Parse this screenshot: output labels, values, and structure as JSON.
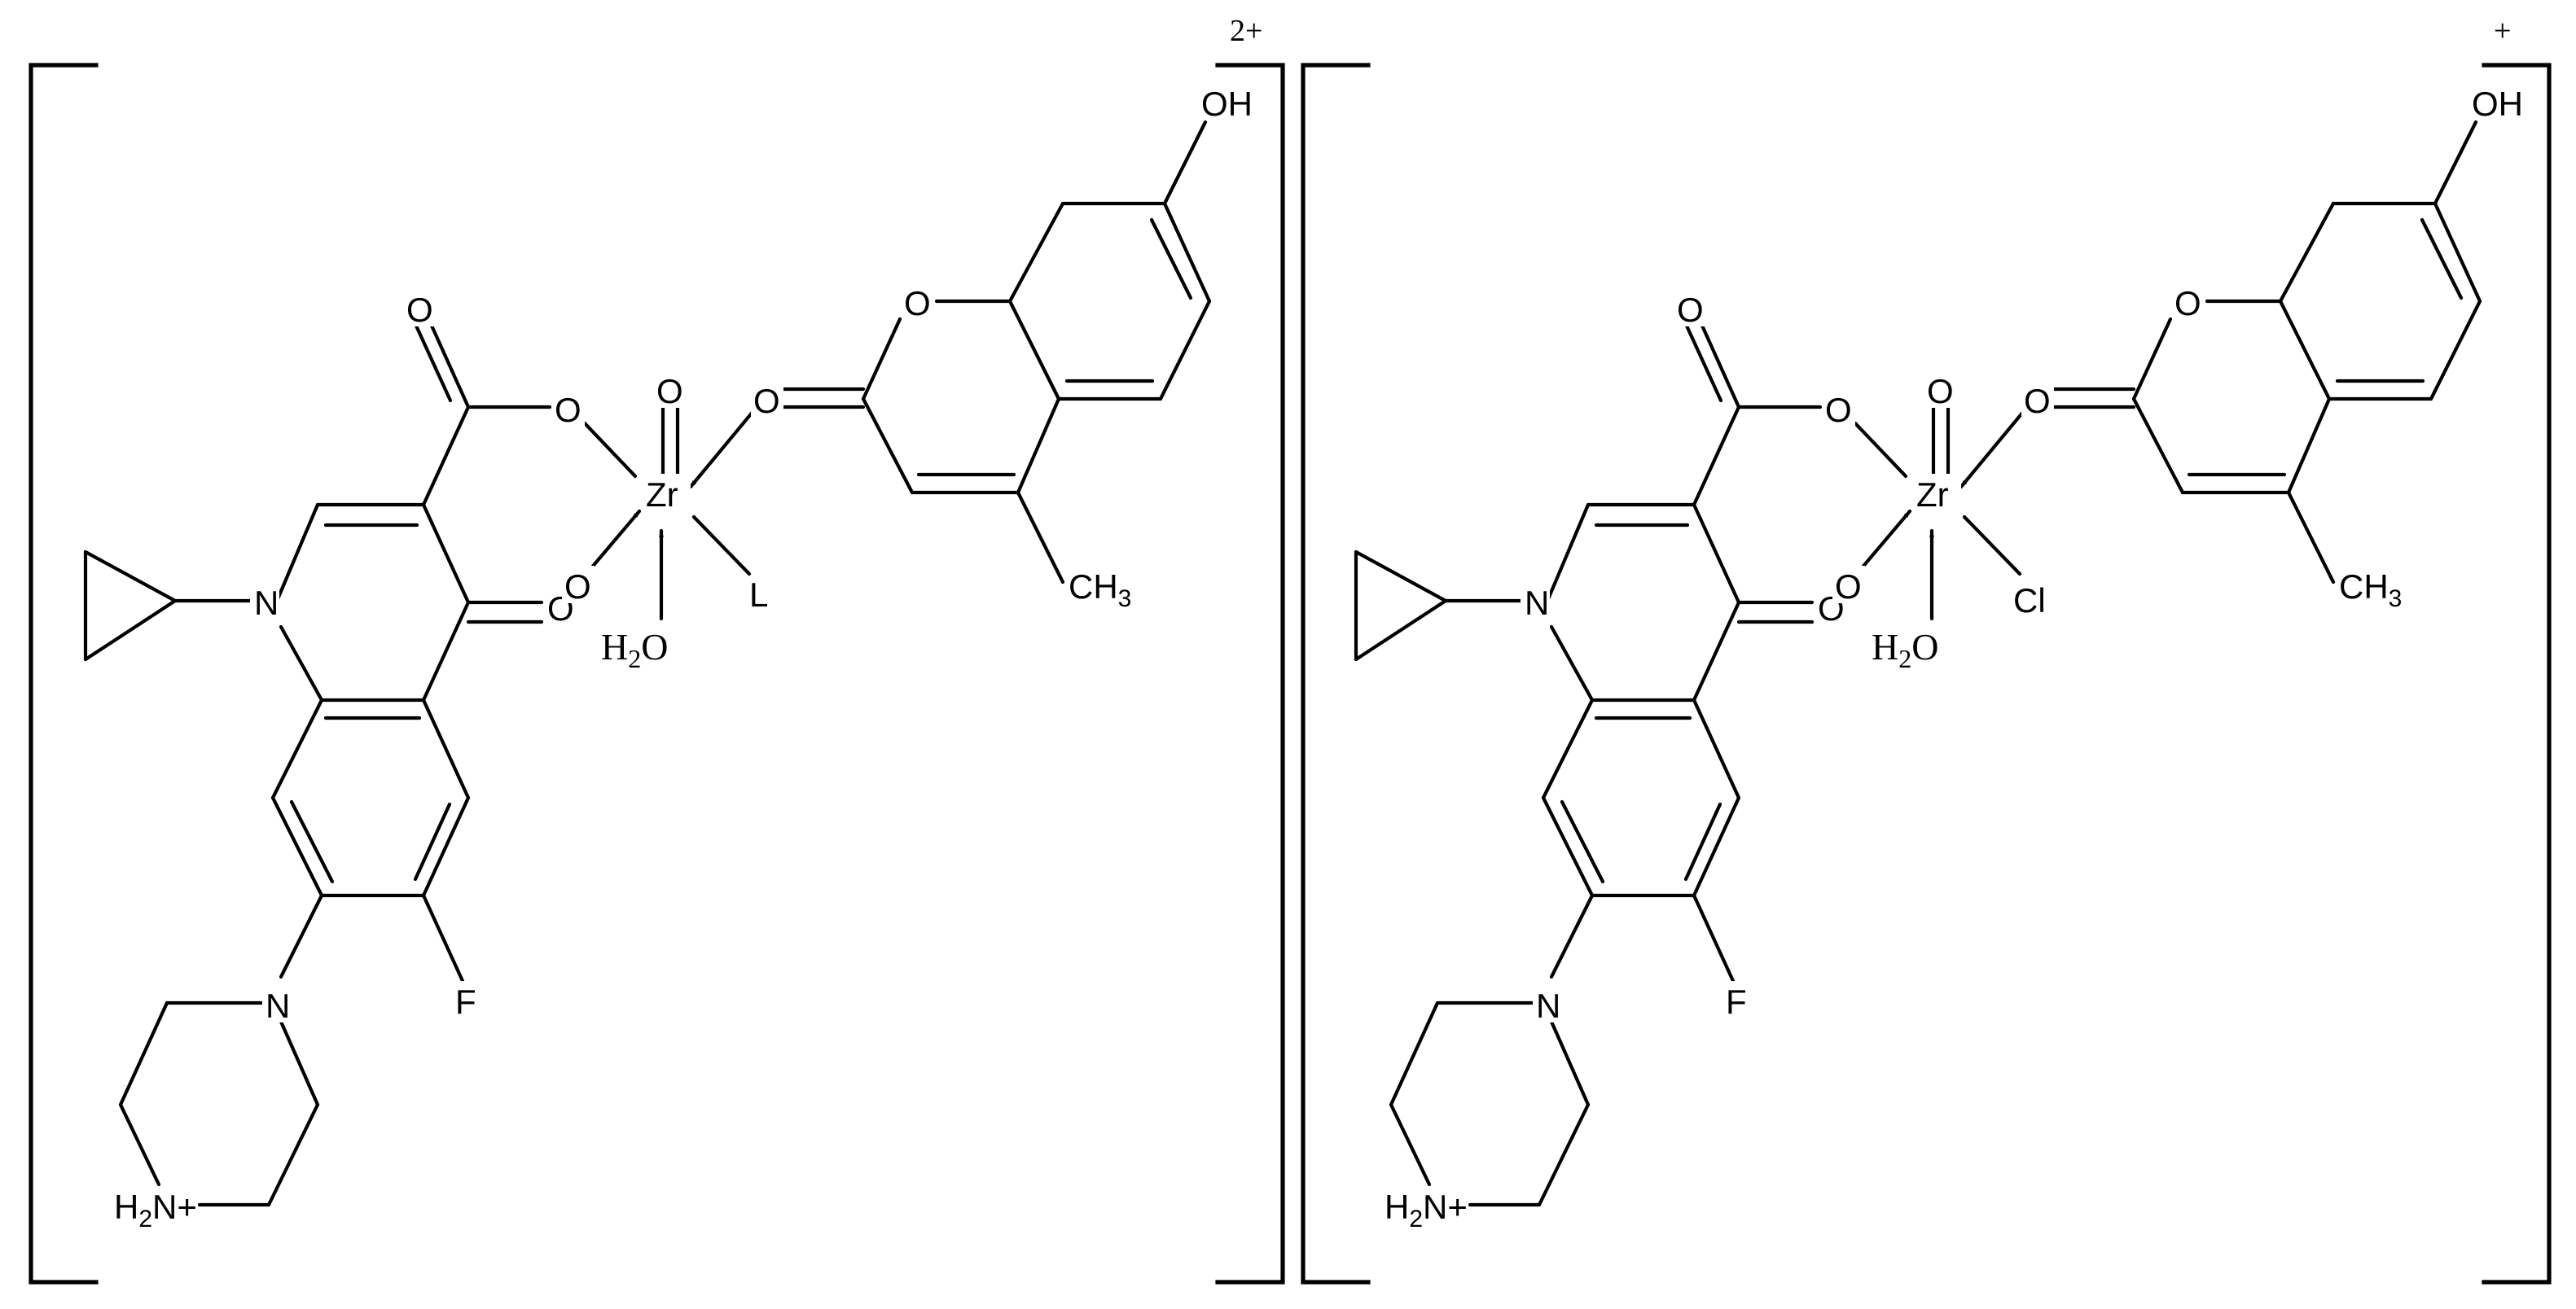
{
  "complexes": [
    {
      "charge": "2+",
      "metal": "Zr",
      "oxo": "O",
      "ligand": "L",
      "water": {
        "main": "H",
        "sub": "2",
        "tail": "O"
      },
      "quinolone": {
        "carbonyl_o": "O",
        "carboxyl_o_double": "O",
        "carboxyl_o_single": "O",
        "ring_n": "N",
        "fluoro": "F",
        "piperazine_n": "N",
        "ammonium": {
          "h": "H",
          "sub": "2",
          "tail": "N+"
        }
      },
      "coumarin": {
        "carbonyl_o": "O",
        "ring_o": "O",
        "hydroxyl": "OH",
        "methyl": {
          "main": "CH",
          "sub": "3"
        }
      }
    },
    {
      "charge": "+",
      "metal": "Zr",
      "oxo": "O",
      "ligand": "Cl",
      "water": {
        "main": "H",
        "sub": "2",
        "tail": "O"
      },
      "quinolone": {
        "carbonyl_o": "O",
        "carboxyl_o_double": "O",
        "carboxyl_o_single": "O",
        "ring_n": "N",
        "fluoro": "F",
        "piperazine_n": "N",
        "ammonium": {
          "h": "H",
          "sub": "2",
          "tail": "N+"
        }
      },
      "coumarin": {
        "carbonyl_o": "O",
        "ring_o": "O",
        "hydroxyl": "OH",
        "methyl": {
          "main": "CH",
          "sub": "3"
        }
      }
    }
  ]
}
